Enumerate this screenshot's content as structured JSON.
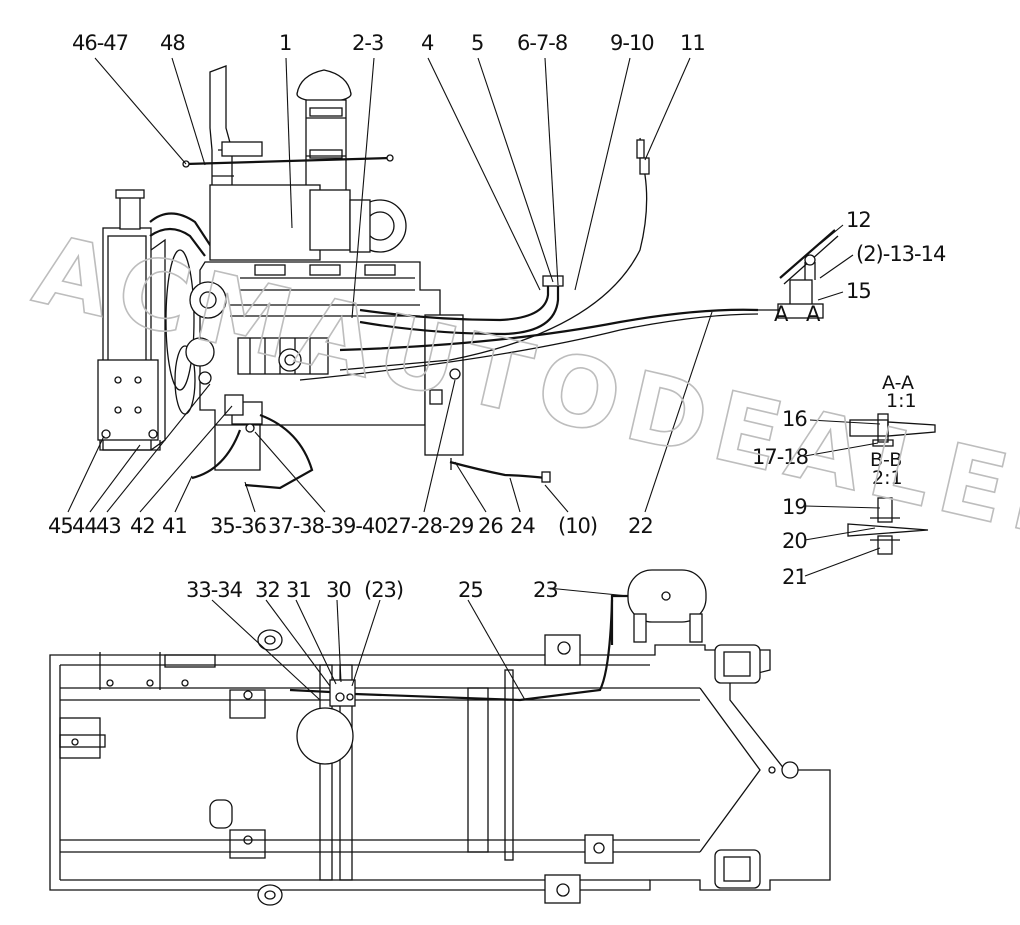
{
  "watermark": "ACMAUTODEALER.RU",
  "labels": {
    "l4647": "46-47",
    "l48": "48",
    "l1": "1",
    "l23a": "2-3",
    "l4": "4",
    "l5": "5",
    "l678": "6-7-8",
    "l910": "9-10",
    "l11": "11",
    "l12": "12",
    "l21314": "(2)-13-14",
    "l15": "15",
    "l16": "16",
    "l1718": "17-18",
    "l19": "19",
    "l20": "20",
    "l21": "21",
    "l22": "22",
    "l10p": "(10)",
    "l24": "24",
    "l26": "26",
    "l272829": "27-28-29",
    "l37": "37-38-39-40",
    "l3536": "35-36",
    "l41": "41",
    "l42": "42",
    "l43": "43",
    "l44": "44",
    "l45": "45",
    "l3334": "33-34",
    "l32": "32",
    "l31": "31",
    "l30": "30",
    "l23p": "(23)",
    "l25": "25",
    "l23": "23",
    "lAA1": "A",
    "lAA2": "A"
  },
  "sections": {
    "aa_title": "A-A",
    "aa_scale": "1:1",
    "bb_title": "B-B",
    "bb_scale": "2:1"
  }
}
